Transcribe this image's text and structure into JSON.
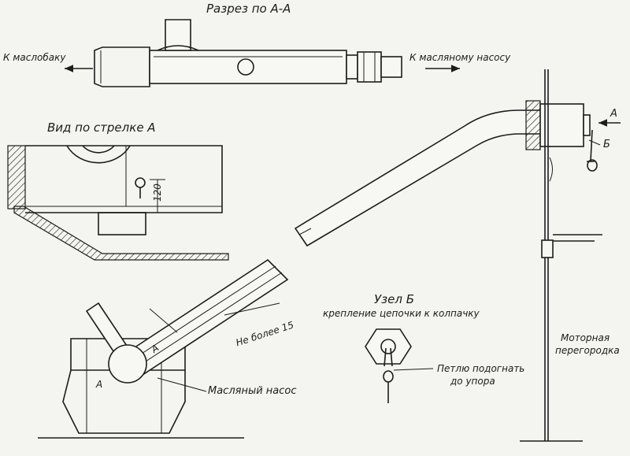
{
  "labels": {
    "section_title": "Разрез по А-А",
    "to_oil_tank": "К маслобаку",
    "to_oil_pump": "К масляному насосу",
    "view_title": "Вид по стрелке А",
    "dim_120": "120",
    "not_more_15": "Не более 15",
    "oil_pump": "Масляный насос",
    "cut_a_upper": "А",
    "cut_a_lower": "А",
    "arrow_a": "А",
    "node_b_mark": "Б",
    "node_title": "Узел Б",
    "node_subtitle": "крепление цепочки к колпачку",
    "loop_note_line1": "Петлю подогнать",
    "loop_note_line2": "до упора",
    "partition_line1": "Моторная",
    "partition_line2": "перегородка"
  }
}
